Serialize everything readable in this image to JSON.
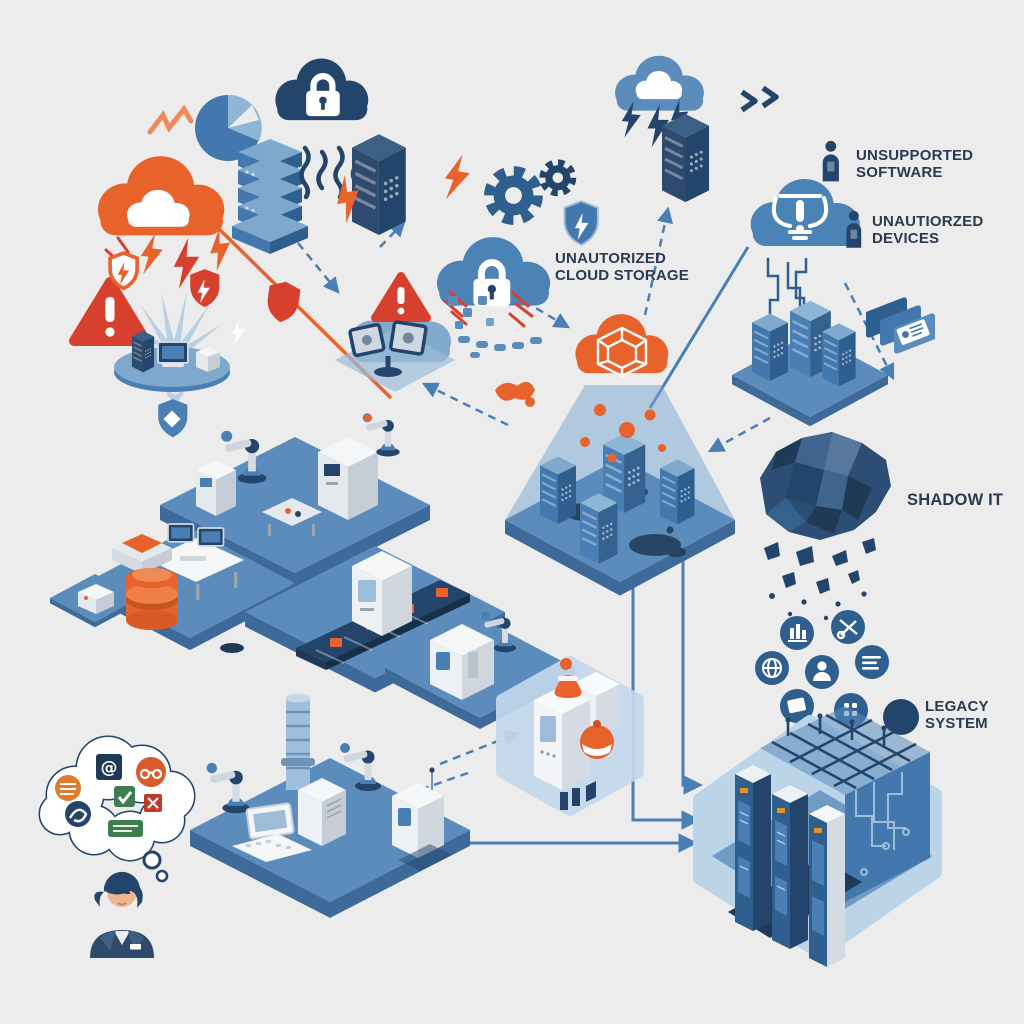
{
  "title": "Shadow IT industrial risk illustration",
  "background_color": "#ebeceb",
  "palette": {
    "orange": "#e8622c",
    "red": "#d8402e",
    "navy": "#24456b",
    "dark_navy": "#1f3a57",
    "blue": "#4a7fb5",
    "steel_blue": "#2e5f8e",
    "cloud_blue": "#4c83b6",
    "light_blue": "#9dbcd8",
    "pale_blue": "#c3d9ec",
    "label_text": "#2b3a52"
  },
  "labels": {
    "unauthorized_cloud_storage": "UNAUTORIZED\nCLOUD STORAGE",
    "unsupported_software": "UNSUPPORTED\nSOFTWARE",
    "unauthorized_devices": "UNAUTIORZED\nDEVICES",
    "shadow_it": "SHADOW IT",
    "legacy_system": "LEGACY\nSYSTEM"
  },
  "glyphs": {
    "at_symbol": "@"
  },
  "icons": {
    "top_left": [
      "orange-storm-cloud-icon",
      "pie-chart-icon",
      "server-stack-icon"
    ],
    "top_center": [
      "locked-cloud-icon",
      "rain-squiggles",
      "server-tower-icon",
      "lightning-bolt-icon"
    ],
    "center": [
      "gears-icon",
      "shield-bolt-icon",
      "scratched-lock-cloud-icon",
      "malware-cloud-icon",
      "wireframe-mesh-icon"
    ],
    "left_cluster": [
      "warning-triangle-icon",
      "shield-bolt-icon",
      "computer-platform",
      "diamond-shield-icon"
    ],
    "right": [
      "alert-emblem-cloud-icon",
      "worker-icon",
      "circuit-traces",
      "server-rack-platform",
      "id-cards-icon"
    ],
    "shadow_it": [
      "shattered-rock-cloud-icon",
      "bar-chart-icon",
      "tools-icon",
      "globe-icon",
      "person-icon",
      "text-badge-icon",
      "card-icon",
      "dots-grid-icon"
    ],
    "legacy": [
      "legacy-dot-icon",
      "mainframe-cabinets",
      "circuit-cube"
    ],
    "bottom_left": [
      "thought-bubble",
      "app-grid-icon",
      "app-at-icon",
      "app-binoculars-icon",
      "app-check-icon",
      "app-swirl-icon",
      "app-scissors-icon",
      "app-text-icon",
      "worker-person"
    ],
    "factory": [
      "robot-arm-icon",
      "conveyor-belt",
      "workstation-monitors",
      "orange-drum-icon",
      "machine-cabinet"
    ]
  }
}
